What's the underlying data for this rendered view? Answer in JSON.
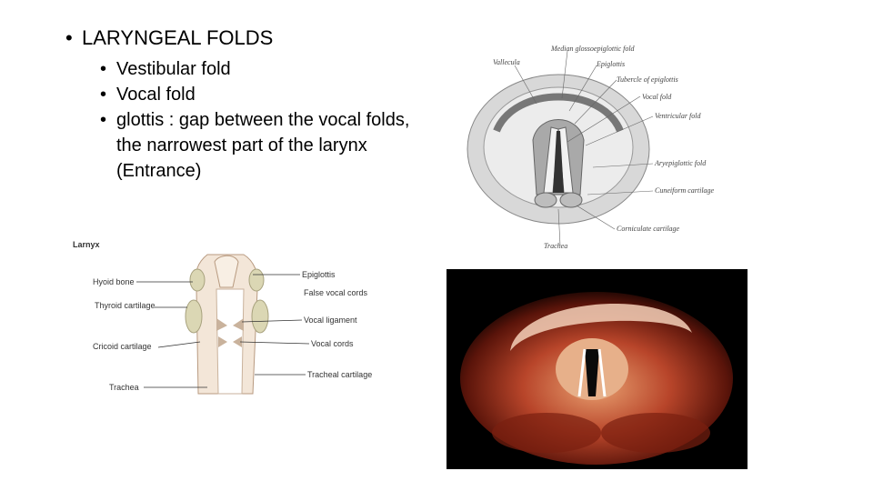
{
  "slide": {
    "bullet": "LARYNGEAL FOLDS",
    "subbullets": [
      "Vestibular fold",
      "Vocal fold",
      "glottis : gap between the vocal folds, the narrowest part of the larynx (Entrance)"
    ]
  },
  "larynx_diagram": {
    "title": "Larnyx",
    "labels": {
      "hyoid": "Hyoid bone",
      "thyroid": "Thyroid cartilage",
      "cricoid": "Cricoid cartilage",
      "trachea": "Trachea",
      "epiglottis": "Epiglottis",
      "false_cords": "False vocal cords",
      "vocal_ligament": "Vocal ligament",
      "vocal_cords": "Vocal cords",
      "tracheal_cartilage": "Tracheal cartilage"
    }
  },
  "gray_figure": {
    "labels": {
      "vallecula": "Vallecula",
      "median_fold": "Median glossoepiglottic fold",
      "epiglottis": "Epiglottis",
      "tubercle": "Tubercle of epiglottis",
      "vocal_fold": "Vocal fold",
      "ventricular_fold": "Ventricular fold",
      "aryepiglottic_fold": "Aryepiglottic fold",
      "cuneiform": "Cuneiform cartilage",
      "corniculate": "Corniculate cartilage",
      "trachea": "Trachea"
    }
  }
}
